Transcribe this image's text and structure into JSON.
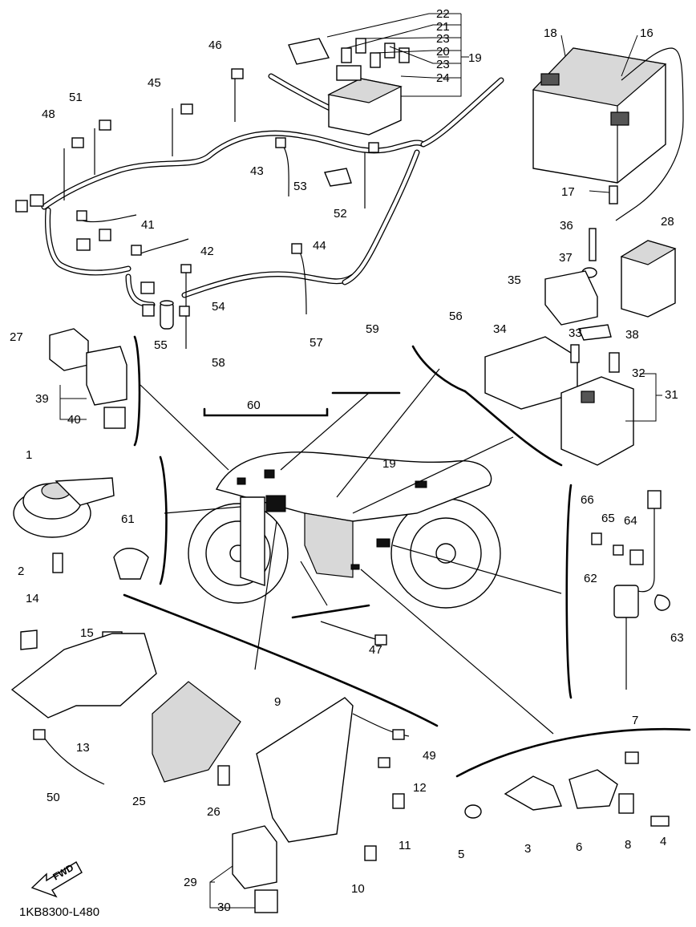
{
  "diagram_code": "1KB8300-L480",
  "fwd_label": "FWD",
  "callouts": [
    {
      "id": "c22",
      "text": "22"
    },
    {
      "id": "c21",
      "text": "21"
    },
    {
      "id": "c23a",
      "text": "23"
    },
    {
      "id": "c20",
      "text": "20"
    },
    {
      "id": "c23b",
      "text": "23"
    },
    {
      "id": "c24",
      "text": "24"
    },
    {
      "id": "c19a",
      "text": "19"
    },
    {
      "id": "c18",
      "text": "18"
    },
    {
      "id": "c16",
      "text": "16"
    },
    {
      "id": "c46",
      "text": "46"
    },
    {
      "id": "c45",
      "text": "45"
    },
    {
      "id": "c51",
      "text": "51"
    },
    {
      "id": "c48",
      "text": "48"
    },
    {
      "id": "c43",
      "text": "43"
    },
    {
      "id": "c53",
      "text": "53"
    },
    {
      "id": "c52",
      "text": "52"
    },
    {
      "id": "c41",
      "text": "41"
    },
    {
      "id": "c42",
      "text": "42"
    },
    {
      "id": "c44",
      "text": "44"
    },
    {
      "id": "c54",
      "text": "54"
    },
    {
      "id": "c55",
      "text": "55"
    },
    {
      "id": "c17",
      "text": "17"
    },
    {
      "id": "c36",
      "text": "36"
    },
    {
      "id": "c28",
      "text": "28"
    },
    {
      "id": "c37",
      "text": "37"
    },
    {
      "id": "c35",
      "text": "35"
    },
    {
      "id": "c38",
      "text": "38"
    },
    {
      "id": "c27",
      "text": "27"
    },
    {
      "id": "c39",
      "text": "39"
    },
    {
      "id": "c40",
      "text": "40"
    },
    {
      "id": "c58",
      "text": "58"
    },
    {
      "id": "c57",
      "text": "57"
    },
    {
      "id": "c60",
      "text": "60"
    },
    {
      "id": "c59",
      "text": "59"
    },
    {
      "id": "c56",
      "text": "56"
    },
    {
      "id": "c34",
      "text": "34"
    },
    {
      "id": "c33",
      "text": "33"
    },
    {
      "id": "c32",
      "text": "32"
    },
    {
      "id": "c31",
      "text": "31"
    },
    {
      "id": "c1",
      "text": "1"
    },
    {
      "id": "c2",
      "text": "2"
    },
    {
      "id": "c61",
      "text": "61"
    },
    {
      "id": "c19b",
      "text": "19"
    },
    {
      "id": "c66",
      "text": "66"
    },
    {
      "id": "c65",
      "text": "65"
    },
    {
      "id": "c64",
      "text": "64"
    },
    {
      "id": "c62",
      "text": "62"
    },
    {
      "id": "c63",
      "text": "63"
    },
    {
      "id": "c14",
      "text": "14"
    },
    {
      "id": "c15",
      "text": "15"
    },
    {
      "id": "c13",
      "text": "13"
    },
    {
      "id": "c47",
      "text": "47"
    },
    {
      "id": "c9",
      "text": "9"
    },
    {
      "id": "c49",
      "text": "49"
    },
    {
      "id": "c50",
      "text": "50"
    },
    {
      "id": "c25",
      "text": "25"
    },
    {
      "id": "c26",
      "text": "26"
    },
    {
      "id": "c12",
      "text": "12"
    },
    {
      "id": "c11",
      "text": "11"
    },
    {
      "id": "c7",
      "text": "7"
    },
    {
      "id": "c5",
      "text": "5"
    },
    {
      "id": "c3",
      "text": "3"
    },
    {
      "id": "c6",
      "text": "6"
    },
    {
      "id": "c8",
      "text": "8"
    },
    {
      "id": "c4",
      "text": "4"
    },
    {
      "id": "c29",
      "text": "29"
    },
    {
      "id": "c30",
      "text": "30"
    },
    {
      "id": "c10",
      "text": "10"
    }
  ]
}
